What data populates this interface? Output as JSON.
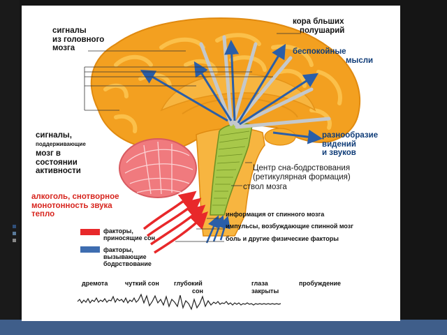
{
  "labels": {
    "signals_brain": [
      "сигналы",
      "из головного",
      "мозга"
    ],
    "cortex": [
      "кора бльших",
      "полушарий"
    ],
    "anxious": [
      "беспокойные",
      "мысли"
    ],
    "signals_support_1": "сигналы,",
    "signals_support_2": "поддерживающие",
    "signals_support_3": [
      "мозг в",
      "состоянии",
      "активности"
    ],
    "variety": [
      "разнообразие",
      "видений",
      "и звуков"
    ],
    "center": [
      "Центр сна-бодрствования",
      "(ретикулярная формация)"
    ],
    "stem": "ствол мозга",
    "alcohol": [
      "алкоголь, снотворное",
      "монотонность звука",
      "тепло"
    ],
    "spinal_info": "информация от спинного мозга",
    "impulses": "импульсы, возбуждающие спинной мозг",
    "pain": "боль и другие физические факторы",
    "legend_sleep": [
      "факторы,",
      "приносящие сон"
    ],
    "legend_wake": [
      "факторы,",
      "вызывающие",
      "бодрствование"
    ],
    "eeg": [
      "дремота",
      "чуткий сон",
      "глубокий",
      "сон",
      "глаза",
      "закрыты",
      "пробуждение"
    ]
  },
  "colors": {
    "brain": "#f3a020",
    "brain_light": "#fbc04a",
    "cerebellum": "#f07a7e",
    "formation": "#a8c84a",
    "sleep_arrow": "#e8282a",
    "wake_arrow": "#3e6db0",
    "slide_bar": "#3f5e8a"
  }
}
